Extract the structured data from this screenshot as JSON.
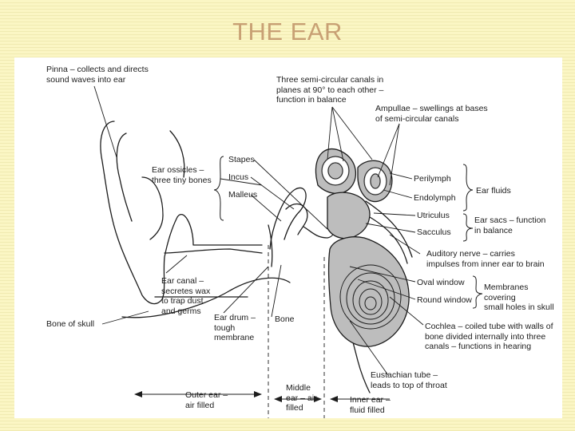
{
  "title": "THE EAR",
  "labels": {
    "pinna": "Pinna – collects and directs\nsound waves into ear",
    "semicircular": "Three semi-circular canals in\nplanes at 90° to each other –\nfunction in balance",
    "ampullae": "Ampullae – swellings at bases\nof semi-circular canals",
    "ossicles": "Ear ossicles –\nthree tiny bones",
    "stapes": "Stapes",
    "incus": "Incus",
    "malleus": "Malleus",
    "perilymph": "Perilymph",
    "endolymph": "Endolymph",
    "ear_fluids": "Ear fluids",
    "utriculus": "Utriculus",
    "sacculus": "Sacculus",
    "ear_sacs": "Ear sacs – function\nin balance",
    "auditory_nerve": "Auditory nerve – carries\nimpulses from inner ear to brain",
    "ear_canal": "Ear canal –\nsecretes wax\nto trap dust\nand germs",
    "oval_window": "Oval window",
    "round_window": "Round window",
    "membranes": "Membranes covering\nsmall holes in skull",
    "bone_of_skull": "Bone of skull",
    "ear_drum": "Ear drum –\ntough\nmembrane",
    "bone": "Bone",
    "cochlea": "Cochlea – coiled tube with walls of\nbone divided internally into three\ncanals – functions in hearing",
    "eustachian": "Eustachian tube –\nleads to top of throat",
    "outer_ear": "Outer ear –\nair filled",
    "middle_ear": "Middle\near – air\nfilled",
    "inner_ear": "Inner ear –\nfluid filled"
  },
  "colors": {
    "title": "#c8a074",
    "ink": "#1c1c1c",
    "cochlea_fill": "#bdbdbd"
  }
}
